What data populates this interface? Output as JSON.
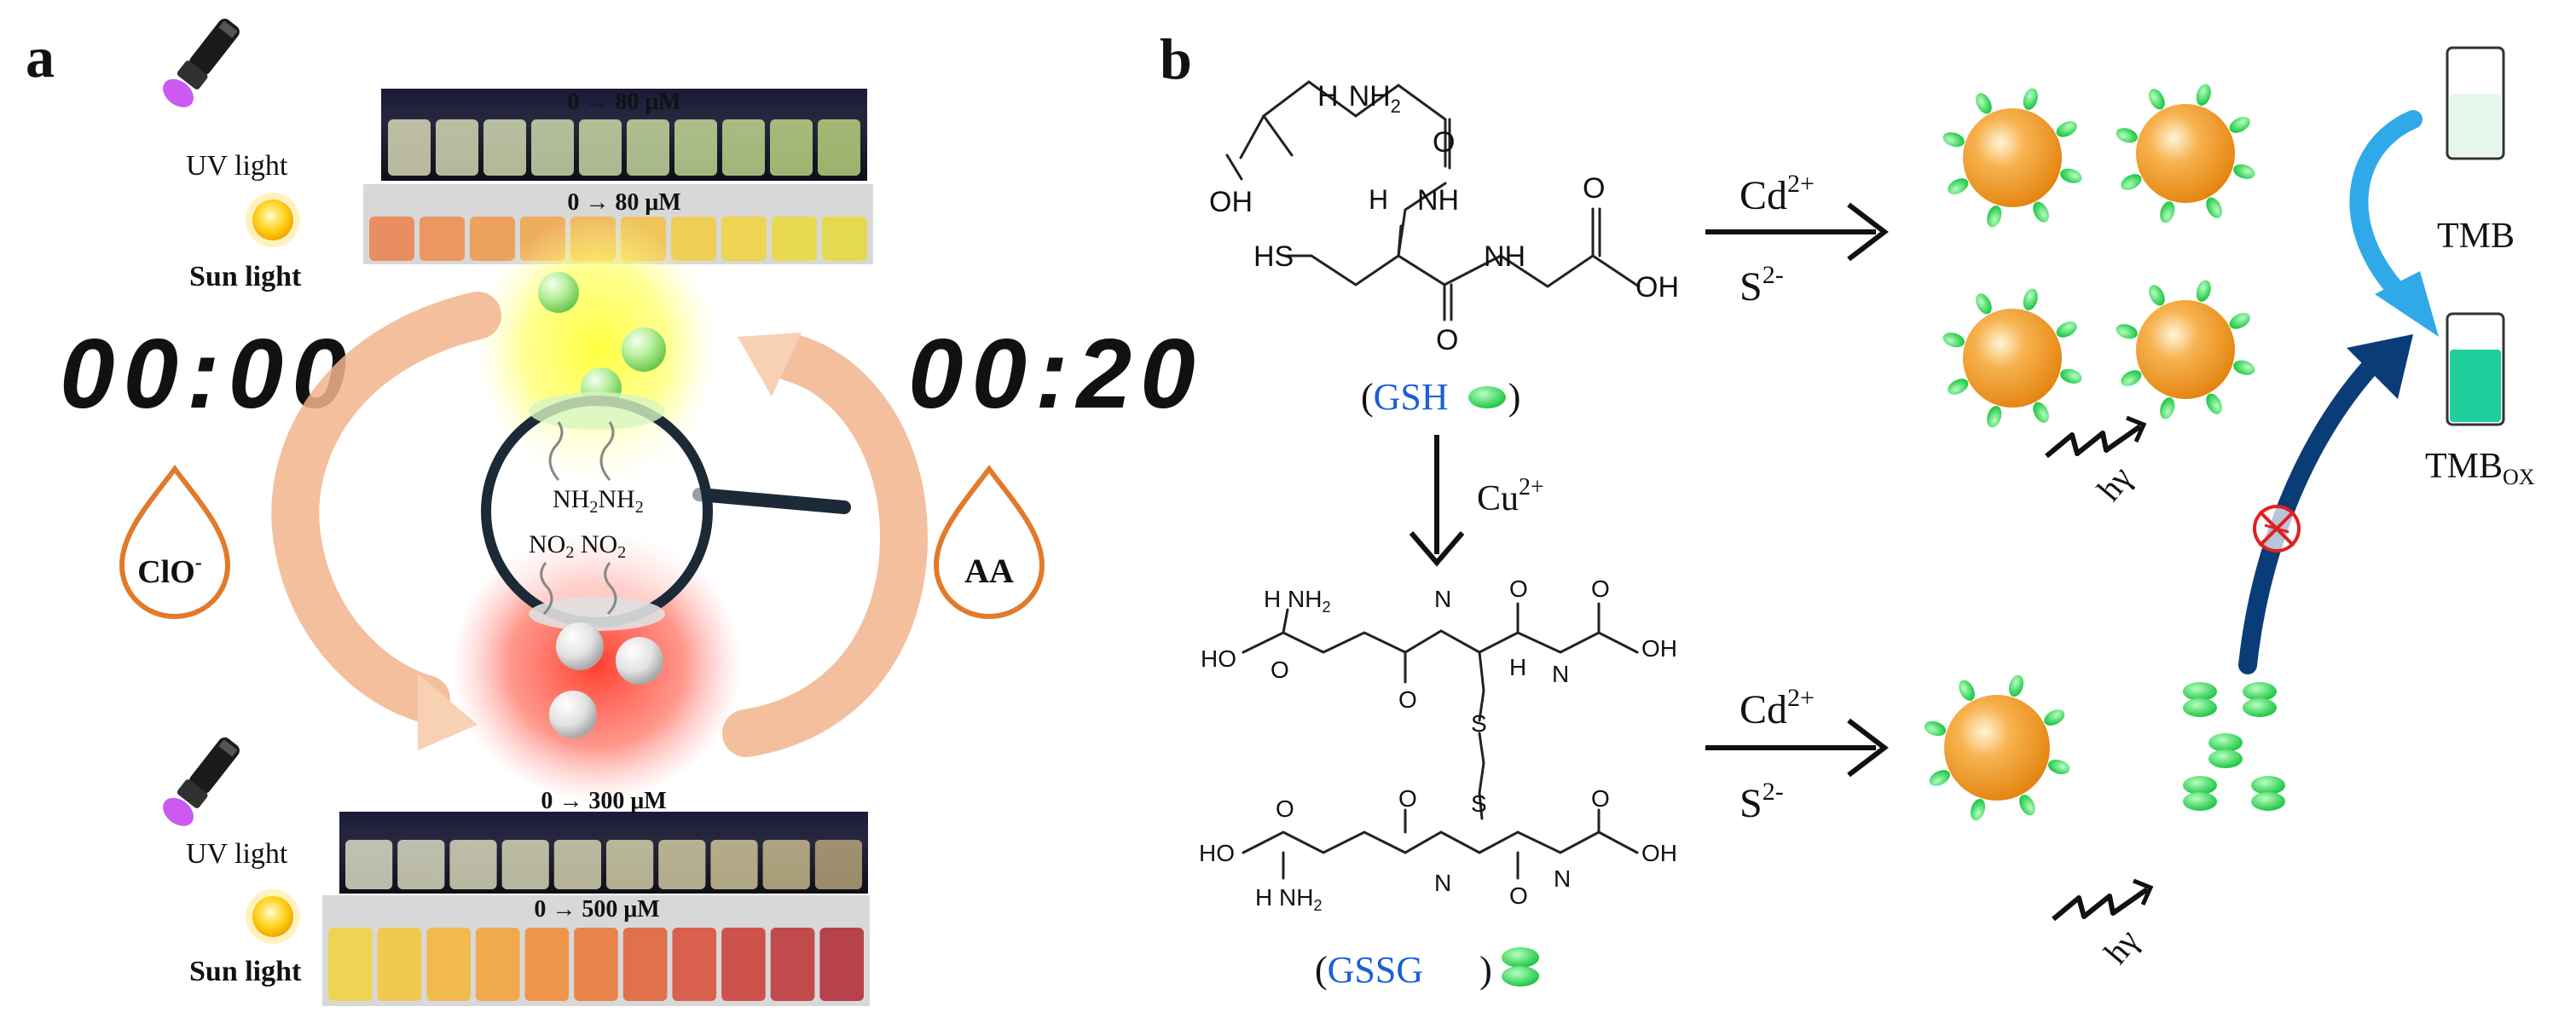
{
  "panel_a": {
    "label": "a",
    "top_uv_label": "UV light",
    "top_sun_label": "Sun light",
    "top_uv_range": "0 → 80 μM",
    "top_sun_range": "0 → 80 μM",
    "bottom_uv_label": "UV light",
    "bottom_sun_label": "Sun light",
    "bottom_uv_range": "0 → 300 μM",
    "bottom_sun_range": "0 → 500 μM",
    "timer_left": "00:00",
    "timer_right": "00:20",
    "drop_left": "ClO",
    "drop_left_sup": "-",
    "drop_right": "AA",
    "nh2": "NH2",
    "no2": "NO2",
    "top_uv_vial_colors": [
      "#f0f0c8",
      "#eef0c4",
      "#e8f0c0",
      "#e4f0bc",
      "#e0f0b4",
      "#dcf0ac",
      "#d8f0a4",
      "#d4ee98",
      "#d0ec90",
      "#cce888"
    ],
    "top_sun_vial_colors": [
      "#e98a5a",
      "#eb945a",
      "#ed9e58",
      "#efaa58",
      "#f0b656",
      "#f1c254",
      "#f1cc50",
      "#eed44c",
      "#ead84a",
      "#e6da48"
    ],
    "bottom_uv_vial_colors": [
      "#f4f4dc",
      "#f2f2d4",
      "#f0f0ce",
      "#eeeec8",
      "#ecebc2",
      "#eae6ba",
      "#e8e0b2",
      "#e4d8a6",
      "#dccc98",
      "#c8b484"
    ],
    "bottom_sun_vial_colors": [
      "#f0d44c",
      "#f2c84a",
      "#f2b848",
      "#f2a646",
      "#ee9244",
      "#ea7e44",
      "#e26a44",
      "#d85a44",
      "#cc4c44",
      "#c04244",
      "#b43a44"
    ]
  },
  "panel_b": {
    "label": "b",
    "gsh_label_open": "(",
    "gsh_label_name": "GSH",
    "gsh_label_close": ")",
    "gssg_label_open": "(",
    "gssg_label_name": "GSSG",
    "gssg_label_close": ")",
    "cu_label": "Cu",
    "cu_sup": "2+",
    "cd_label_top": "Cd",
    "cd_sup_top": "2+",
    "s_label_top": "S",
    "s_sup_top": "2-",
    "cd_label_bottom": "Cd",
    "cd_sup_bottom": "2+",
    "s_label_bottom": "S",
    "s_sup_bottom": "2-",
    "hv_top": "hγ",
    "hv_bottom": "hγ",
    "tmb": "TMB",
    "tmbox": "TMB",
    "tmbox_sub": "OX",
    "chem": {
      "nh2": "NH2",
      "oh": "OH",
      "nh": "NH",
      "hs": "HS",
      "h": "H",
      "o": "O",
      "s": "S",
      "ho": "HO",
      "n": "N"
    }
  },
  "colors": {
    "green": "#29d94a",
    "orange": "#f39a1e",
    "blue_arrow_light": "#2fa9e8",
    "blue_arrow_dark": "#0a3c78",
    "red_cross": "#e02020"
  }
}
